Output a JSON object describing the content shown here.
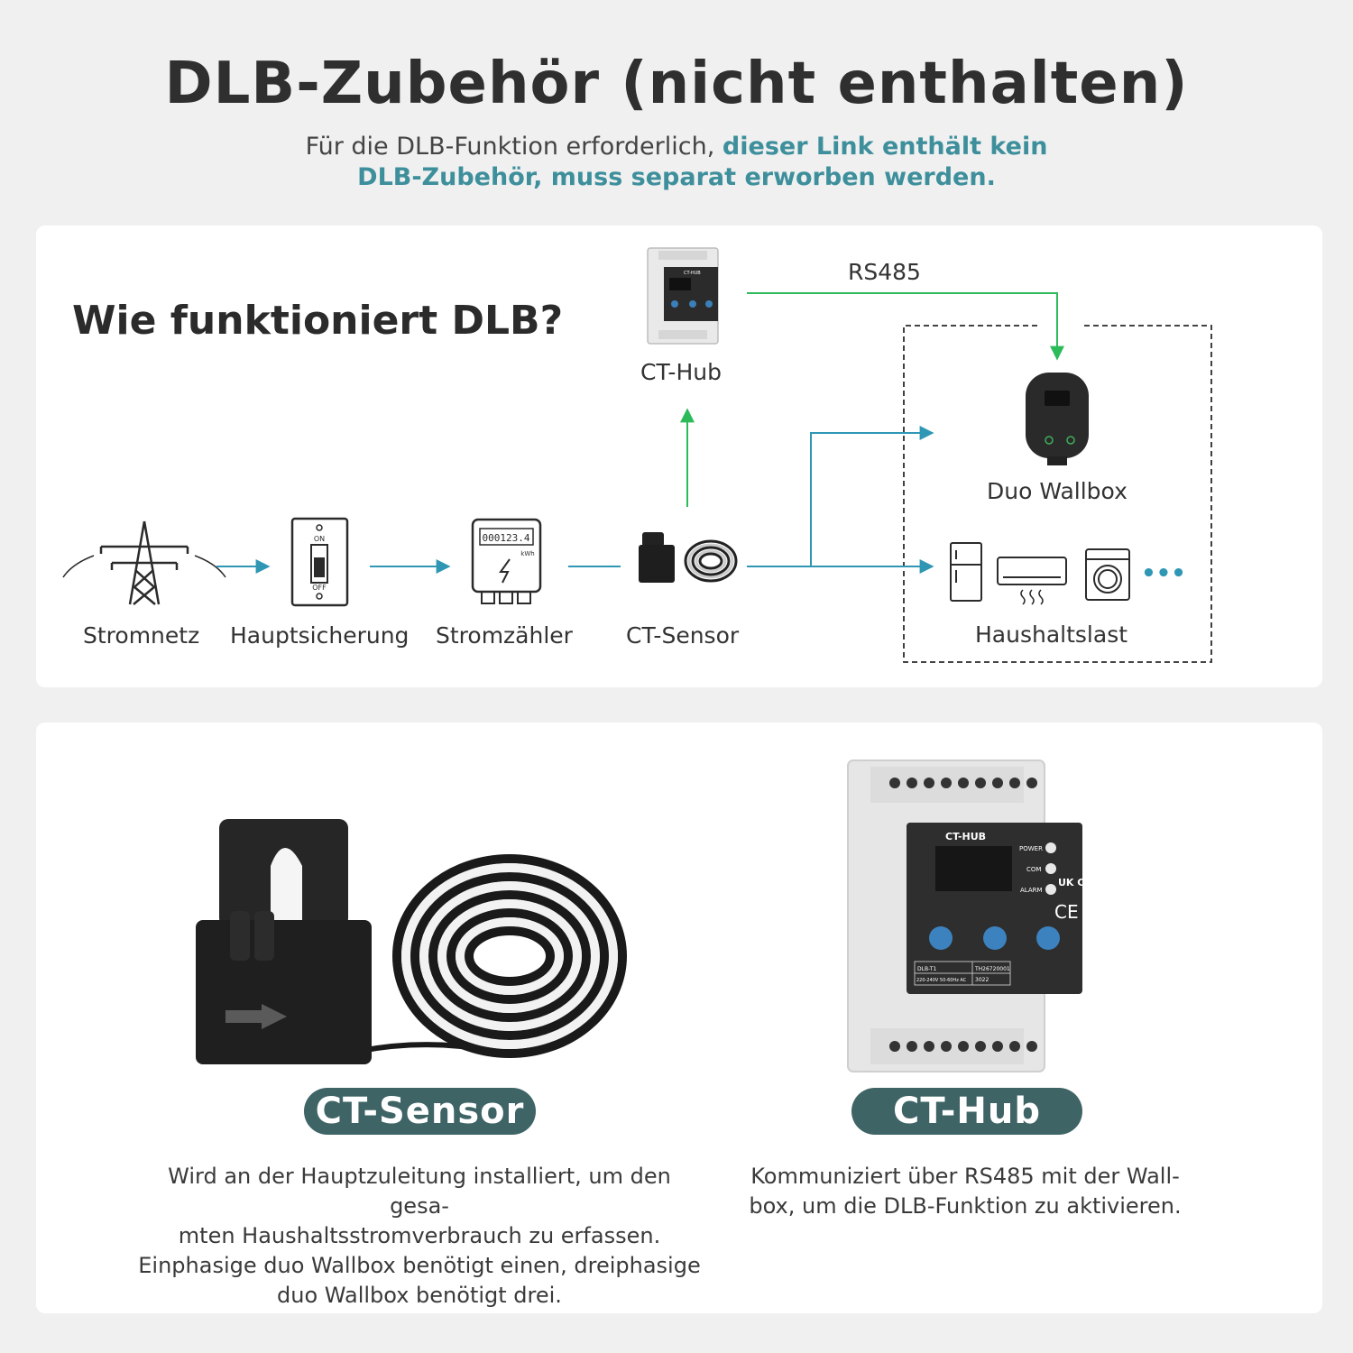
{
  "header": {
    "title": "DLB-Zubehör (nicht enthalten)",
    "subtitle_plain": "Für die DLB-Funktion erforderlich,",
    "subtitle_accent_1": "dieser Link enthält kein",
    "subtitle_accent_2": "DLB-Zubehör, muss separat erworben werden."
  },
  "diagram": {
    "section_title": "Wie funktioniert DLB?",
    "rs485_label": "RS485",
    "ct_hub_label": "CT-Hub",
    "wallbox_label": "Duo Wallbox",
    "household_label": "Haushaltslast",
    "chain": [
      "Stromnetz",
      "Hauptsicherung",
      "Stromzähler",
      "CT-Sensor"
    ],
    "meter_reading": "000123.4",
    "meter_unit": "kWh",
    "switch_on": "ON",
    "switch_off": "OFF",
    "hub_device_label": "CT-HUB",
    "more_dots": "•••"
  },
  "products": {
    "sensor": {
      "name": "CT-Sensor",
      "desc_1": "Wird an der Hauptzuleitung installiert, um den gesa-",
      "desc_2": "mten Haushaltsstromverbrauch zu erfassen.",
      "desc_3": "Einphasige duo Wallbox benötigt einen, dreiphasige",
      "desc_4": "duo Wallbox benötigt drei."
    },
    "hub": {
      "name": "CT-Hub",
      "desc_1": "Kommuniziert über RS485 mit der Wall-",
      "desc_2": "box, um die DLB-Funktion zu aktivieren.",
      "device_title": "CT-HUB",
      "led_power": "POWER",
      "led_com": "COM",
      "led_alarm": "ALARM",
      "ukca": "UK CA",
      "ce": "CE",
      "model": "DLB-T1",
      "serial": "TH26720001",
      "rating": "220-240V 50-60Hz AC",
      "year": "3022"
    }
  },
  "colors": {
    "accent_teal": "#3e8f9c",
    "arrow_blue": "#2f97b4",
    "arrow_green": "#2dbb5a",
    "pill": "#3f6466"
  }
}
